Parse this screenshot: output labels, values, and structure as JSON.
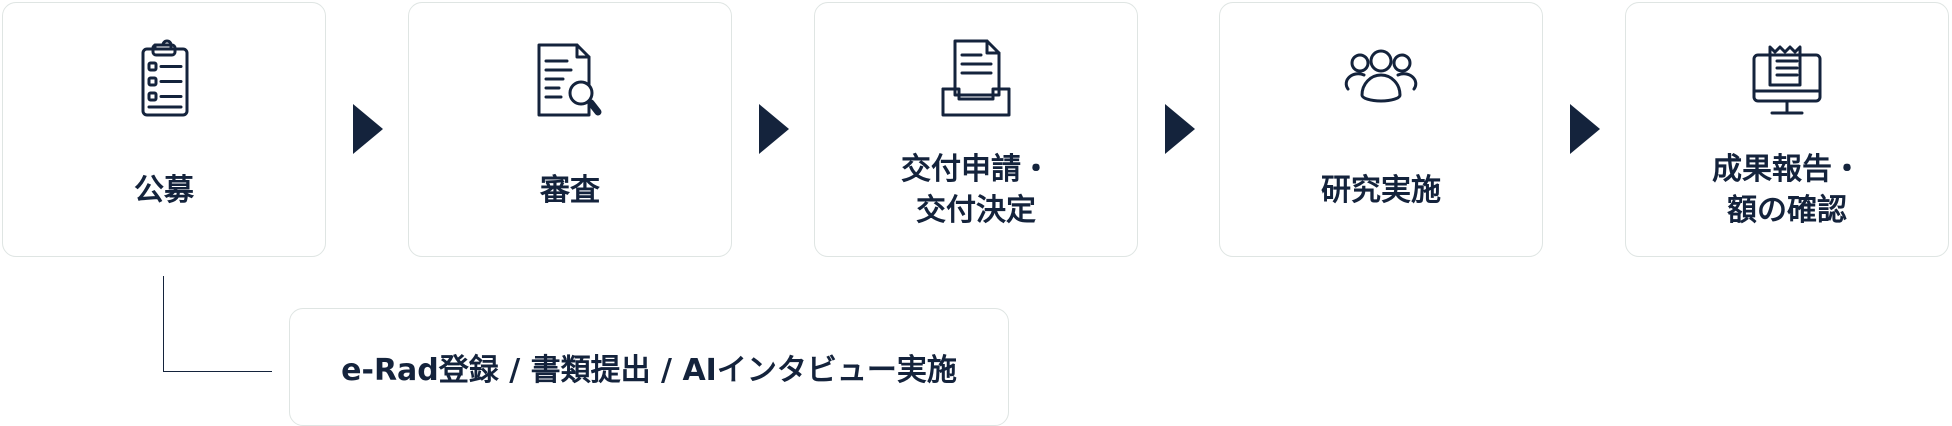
{
  "steps": [
    {
      "icon": "clipboard-checklist-icon",
      "label_lines": [
        "公募"
      ]
    },
    {
      "icon": "document-search-icon",
      "label_lines": [
        "審査"
      ]
    },
    {
      "icon": "document-inbox-icon",
      "label_lines": [
        "交付申請・",
        "交付決定"
      ]
    },
    {
      "icon": "people-group-icon",
      "label_lines": [
        "研究実施"
      ]
    },
    {
      "icon": "monitor-report-icon",
      "label_lines": [
        "成果報告・",
        "額の確認"
      ]
    }
  ],
  "sub_step": {
    "label": "e-Rad登録 / 書類提出 / AIインタビュー実施"
  },
  "colors": {
    "text": "#14233c",
    "card_border": "#dfe5e3",
    "background": "#ffffff"
  }
}
